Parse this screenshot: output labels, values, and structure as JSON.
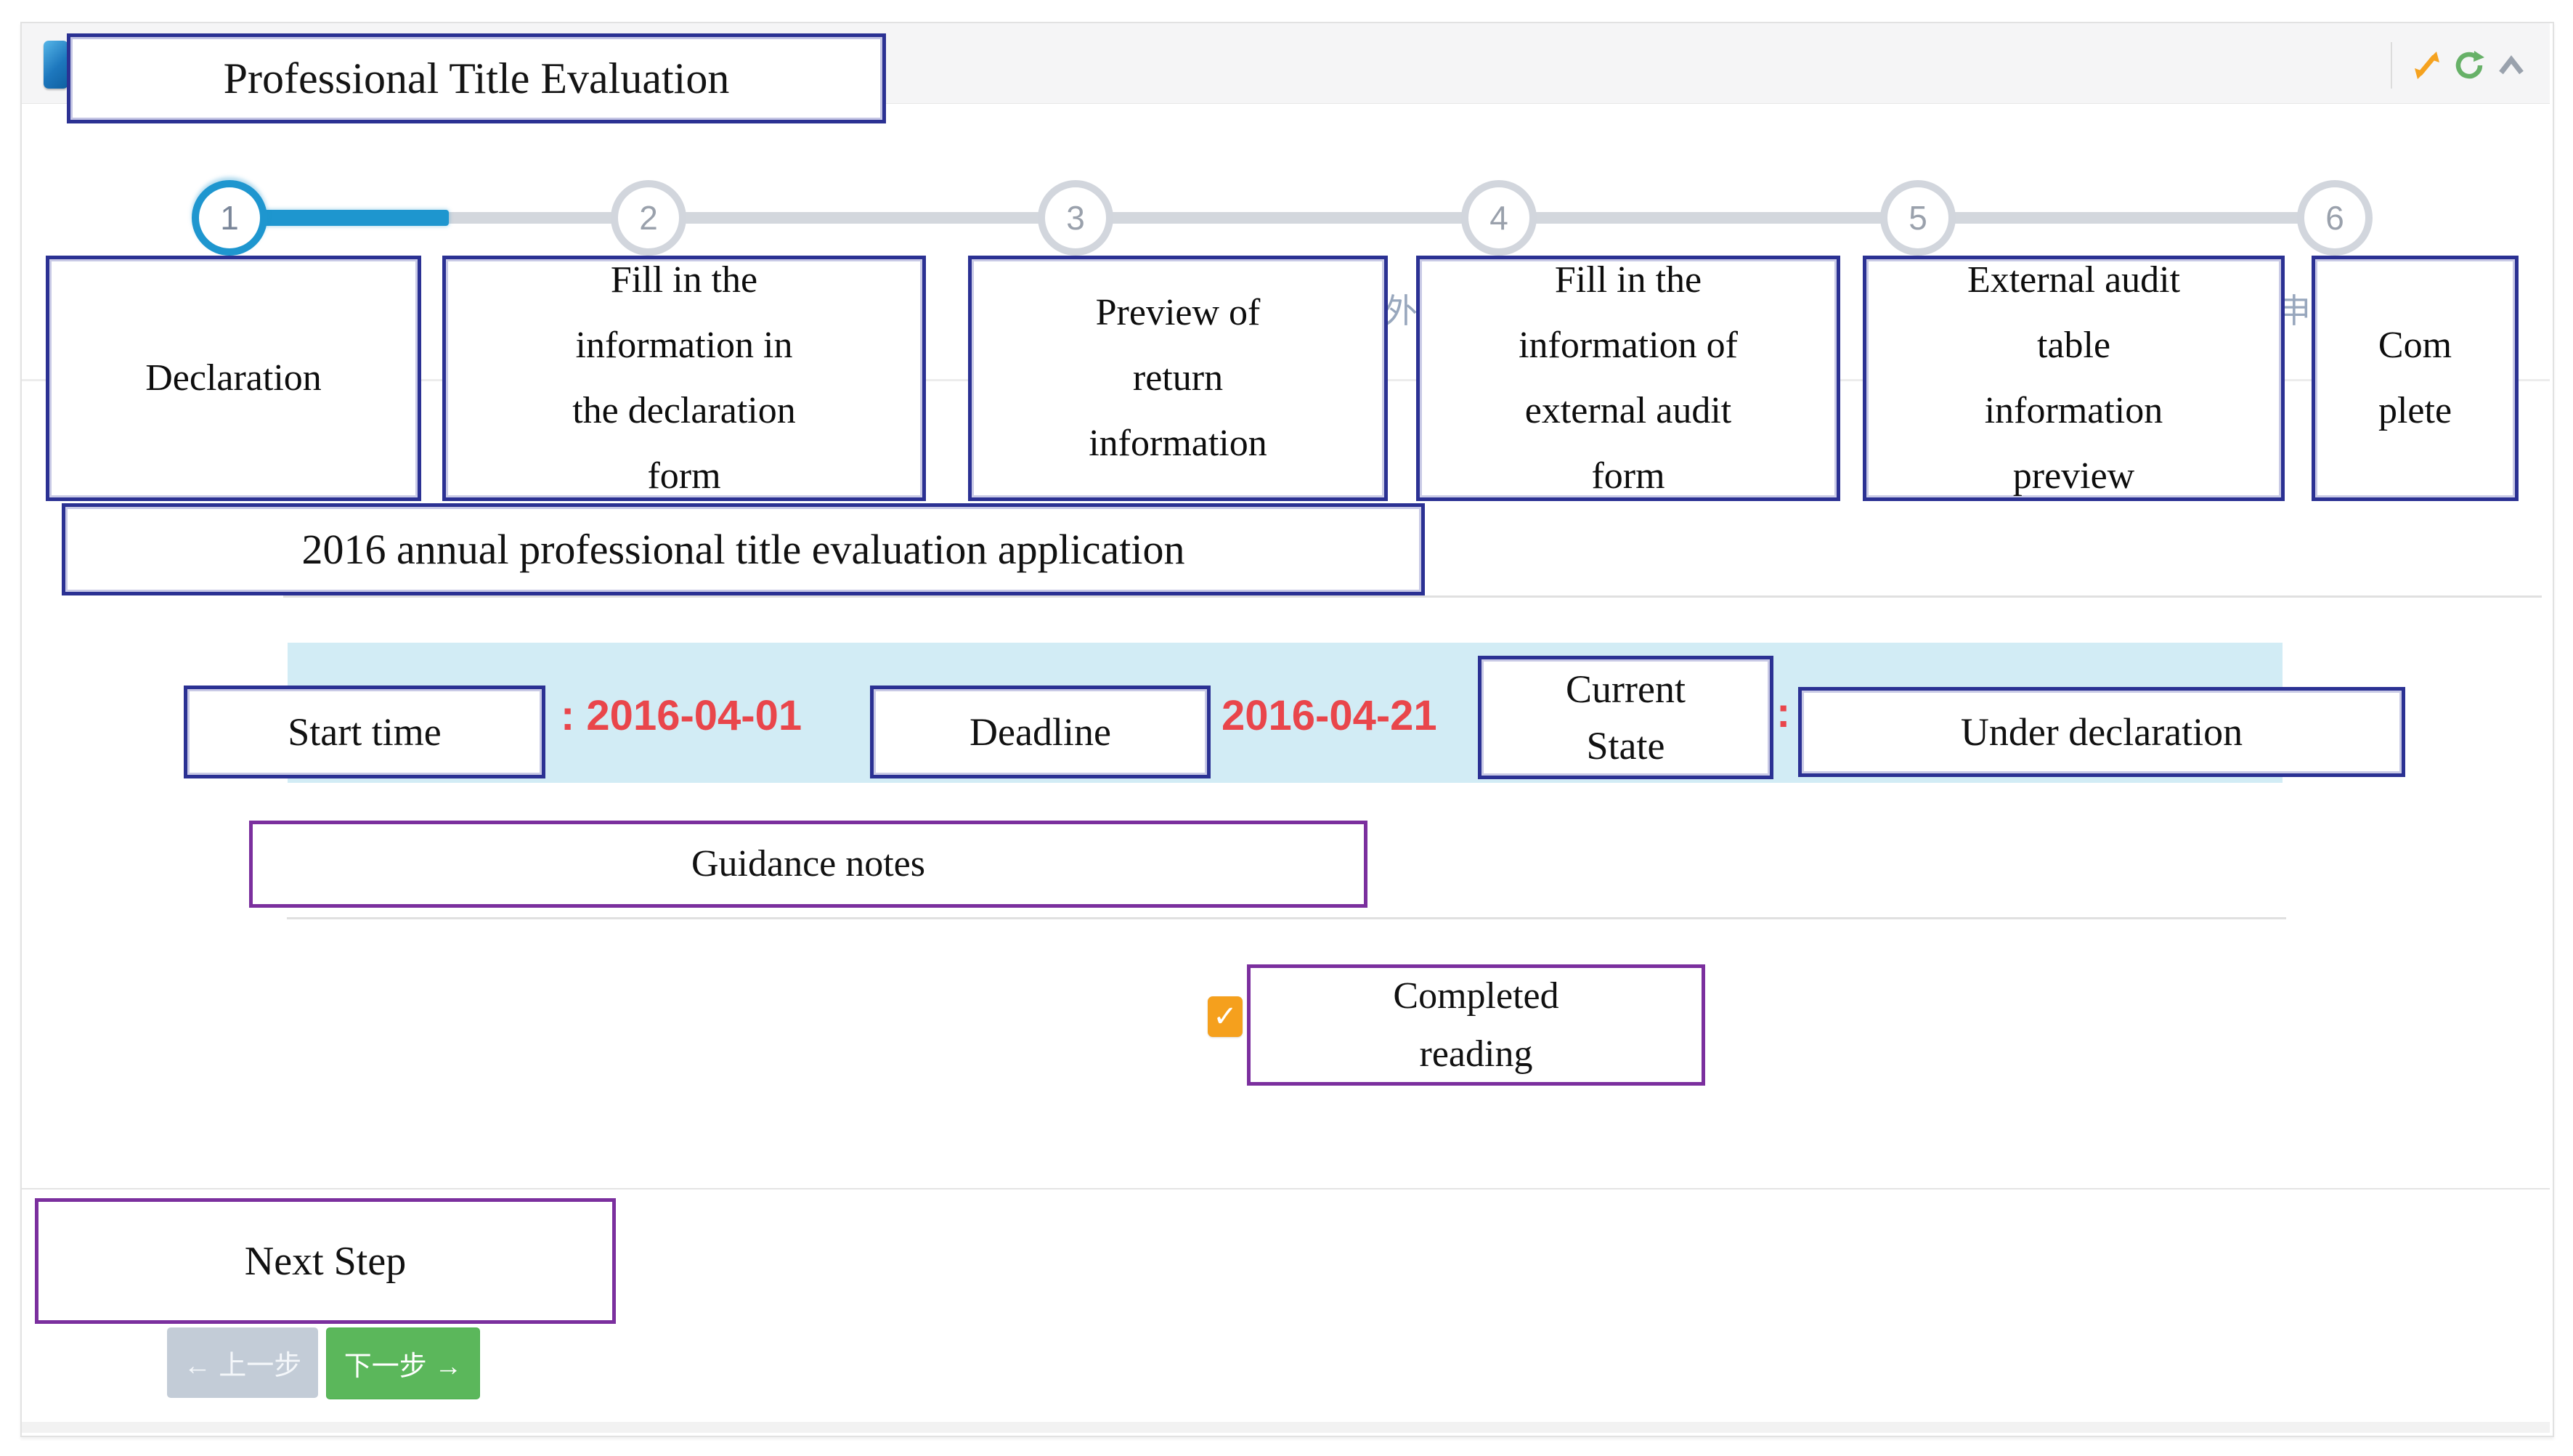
{
  "window": {
    "title": "Professional Title Evaluation",
    "controls": [
      {
        "name": "resize",
        "color": "#f5a21f"
      },
      {
        "name": "refresh",
        "color": "#67b168"
      },
      {
        "name": "collapse",
        "color": "#9aa2ad"
      }
    ]
  },
  "wizard": {
    "steps": [
      {
        "number": "1",
        "label": "Declaration",
        "active": true
      },
      {
        "number": "2",
        "label": "Fill in the\ninformation in\nthe declaration\nform",
        "active": false
      },
      {
        "number": "3",
        "label": "Preview of\nreturn\ninformation",
        "active": false
      },
      {
        "number": "4",
        "label": "Fill in the\ninformation of\nexternal audit\nform",
        "active": false
      },
      {
        "number": "5",
        "label": "External audit\ntable\ninformation\npreview",
        "active": false
      },
      {
        "number": "6",
        "label": "Com\nplete",
        "active": false
      }
    ],
    "background_fragments": {
      "fragment_1": "外",
      "fragment_2": "申"
    }
  },
  "application": {
    "title": "2016 annual professional title evaluation application"
  },
  "status_bar": {
    "start_time_label": "Start time",
    "start_time_value": ": 2016-04-01",
    "deadline_label": "Deadline",
    "deadline_value": "2016-04-21",
    "current_state_label": "Current\nState",
    "state_separator": ":",
    "current_state_value": "Under declaration"
  },
  "notes": {
    "label": "Guidance notes"
  },
  "confirmation": {
    "checked": true,
    "check_glyph": "✓",
    "label": "Completed\nreading"
  },
  "footer": {
    "next_step_label": "Next Step",
    "prev_button_label": "← 上一步",
    "next_button_label": "下一步 →"
  },
  "colors": {
    "navy_border": "#2b3193",
    "purple_border": "#7b2f9e",
    "active_step_blue": "#1e96cf",
    "status_bar_blue": "#d2ecf5",
    "date_red": "#e9464b",
    "checkbox_orange": "#f5a01d",
    "next_button_green": "#5bb75b",
    "prev_button_gray": "#c3ccd7"
  }
}
